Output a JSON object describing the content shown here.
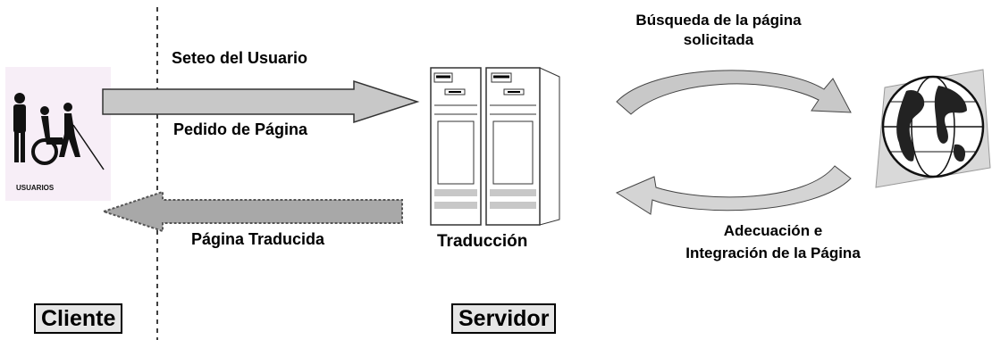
{
  "client": {
    "users_caption": "USUARIOS",
    "zone_label": "Cliente"
  },
  "server": {
    "zone_label": "Servidor",
    "translation_label": "Traducción"
  },
  "flows": {
    "user_setup": "Seteo del Usuario",
    "page_request": "Pedido de Página",
    "translated_page": "Página Traducida",
    "page_search": "Búsqueda de la página\nsolicitada",
    "page_adaptation": "Adecuación e\nIntegración de la Página"
  },
  "colors": {
    "request_arrow": "#c8c8c8",
    "response_arrow": "#a8a8a8",
    "server_fill": "#ffffff",
    "globe_shadow": "#d9d9d9",
    "users_panel": "#f7eef7"
  },
  "icons": {
    "users": "accessibility-users-icon",
    "server": "server-tower-icon",
    "globe": "globe-icon"
  }
}
